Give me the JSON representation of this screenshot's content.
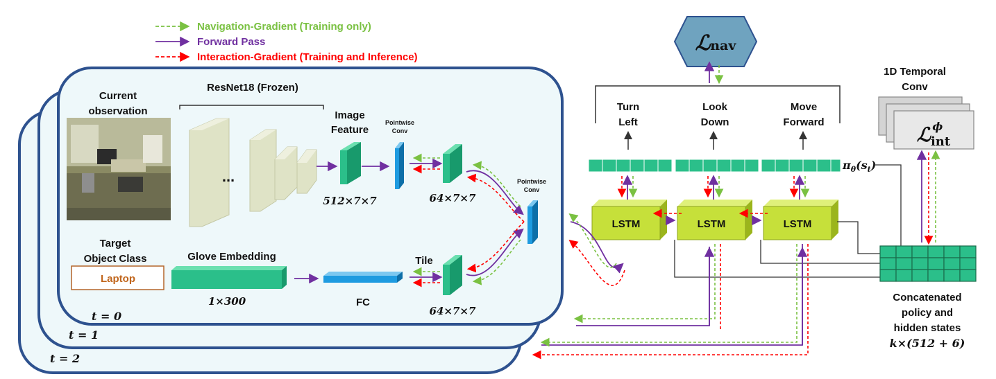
{
  "legend": {
    "nav_gradient": "Navigation-Gradient (Training only)",
    "forward_pass": "Forward Pass",
    "interaction_gradient": "Interaction-Gradient (Training and Inference)"
  },
  "colors": {
    "nav_gradient": "#7ac142",
    "forward_pass": "#7030a0",
    "interaction_gradient": "#ff0000",
    "panel_fill": "#eef8fa",
    "panel_border": "#2e528f",
    "feature_green": "#2bbf8a",
    "conv_blue": "#1e9be0",
    "lstm_fill": "#c6e03a",
    "hexagon": "#6fa3bf",
    "laptop_text": "#c0651b"
  },
  "panel": {
    "current_observation": [
      "Current",
      "observation"
    ],
    "resnet": "ResNet18 (Frozen)",
    "dots": "...",
    "image_feature": [
      "Image",
      "Feature"
    ],
    "pointwise_conv": [
      "Pointwise",
      "Conv"
    ],
    "dim_512": "512×7×7",
    "dim_64_top": "64×7×7",
    "dim_64_bottom": "64×7×7",
    "target_object": [
      "Target",
      "Object Class"
    ],
    "laptop": "Laptop",
    "glove": "Glove Embedding",
    "dim_1x300": "1×300",
    "fc": "FC",
    "tile": "Tile",
    "t0": "t = 0",
    "t1": "t = 1",
    "t2": "t = 2"
  },
  "policy": {
    "loss_nav": "ℒ",
    "loss_nav_sub": "nav",
    "actions": [
      [
        "Turn",
        "Left"
      ],
      [
        "Look",
        "Down"
      ],
      [
        "Move",
        "Forward"
      ]
    ],
    "pi": "π",
    "pi_sub": "θ",
    "pi_arg": "(s",
    "pi_arg_sub": "t",
    "pi_close": ")",
    "lstm": "LSTM"
  },
  "temporal": {
    "title": [
      "1D Temporal",
      "Conv"
    ],
    "loss_int": "ℒ",
    "loss_int_sub": "int",
    "loss_int_sup": "ϕ"
  },
  "concat": {
    "caption": [
      "Concatenated",
      "policy and",
      "hidden states"
    ],
    "formula": "k×(512 + 6)"
  }
}
